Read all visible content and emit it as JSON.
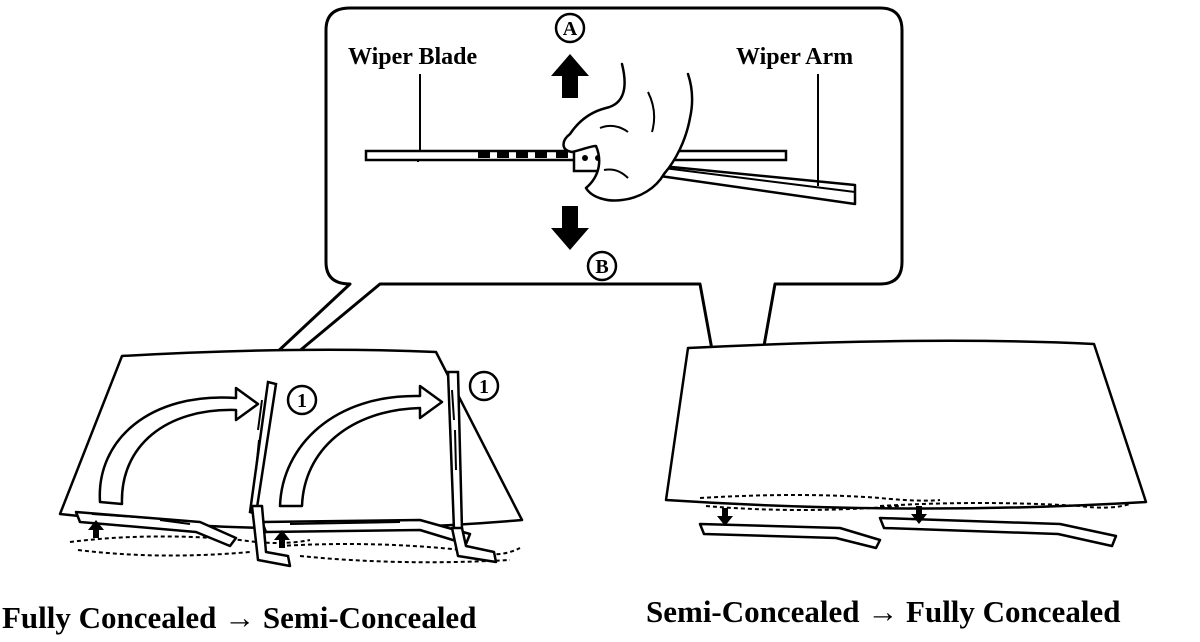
{
  "callout": {
    "label_blade": "Wiper Blade",
    "label_arm": "Wiper Arm",
    "marker_up": "A",
    "marker_down": "B"
  },
  "left_panel": {
    "step_marker_left": "1",
    "step_marker_right": "1",
    "caption": "Fully Concealed → Semi-Concealed"
  },
  "right_panel": {
    "caption": "Semi-Concealed → Fully Concealed"
  },
  "icons": {
    "arrow_up": "arrow-up-icon",
    "arrow_down": "arrow-down-icon",
    "hand": "hand-icon",
    "curved_arrow": "curved-arrow-icon"
  },
  "colors": {
    "ink": "#000000",
    "paper": "#ffffff"
  }
}
